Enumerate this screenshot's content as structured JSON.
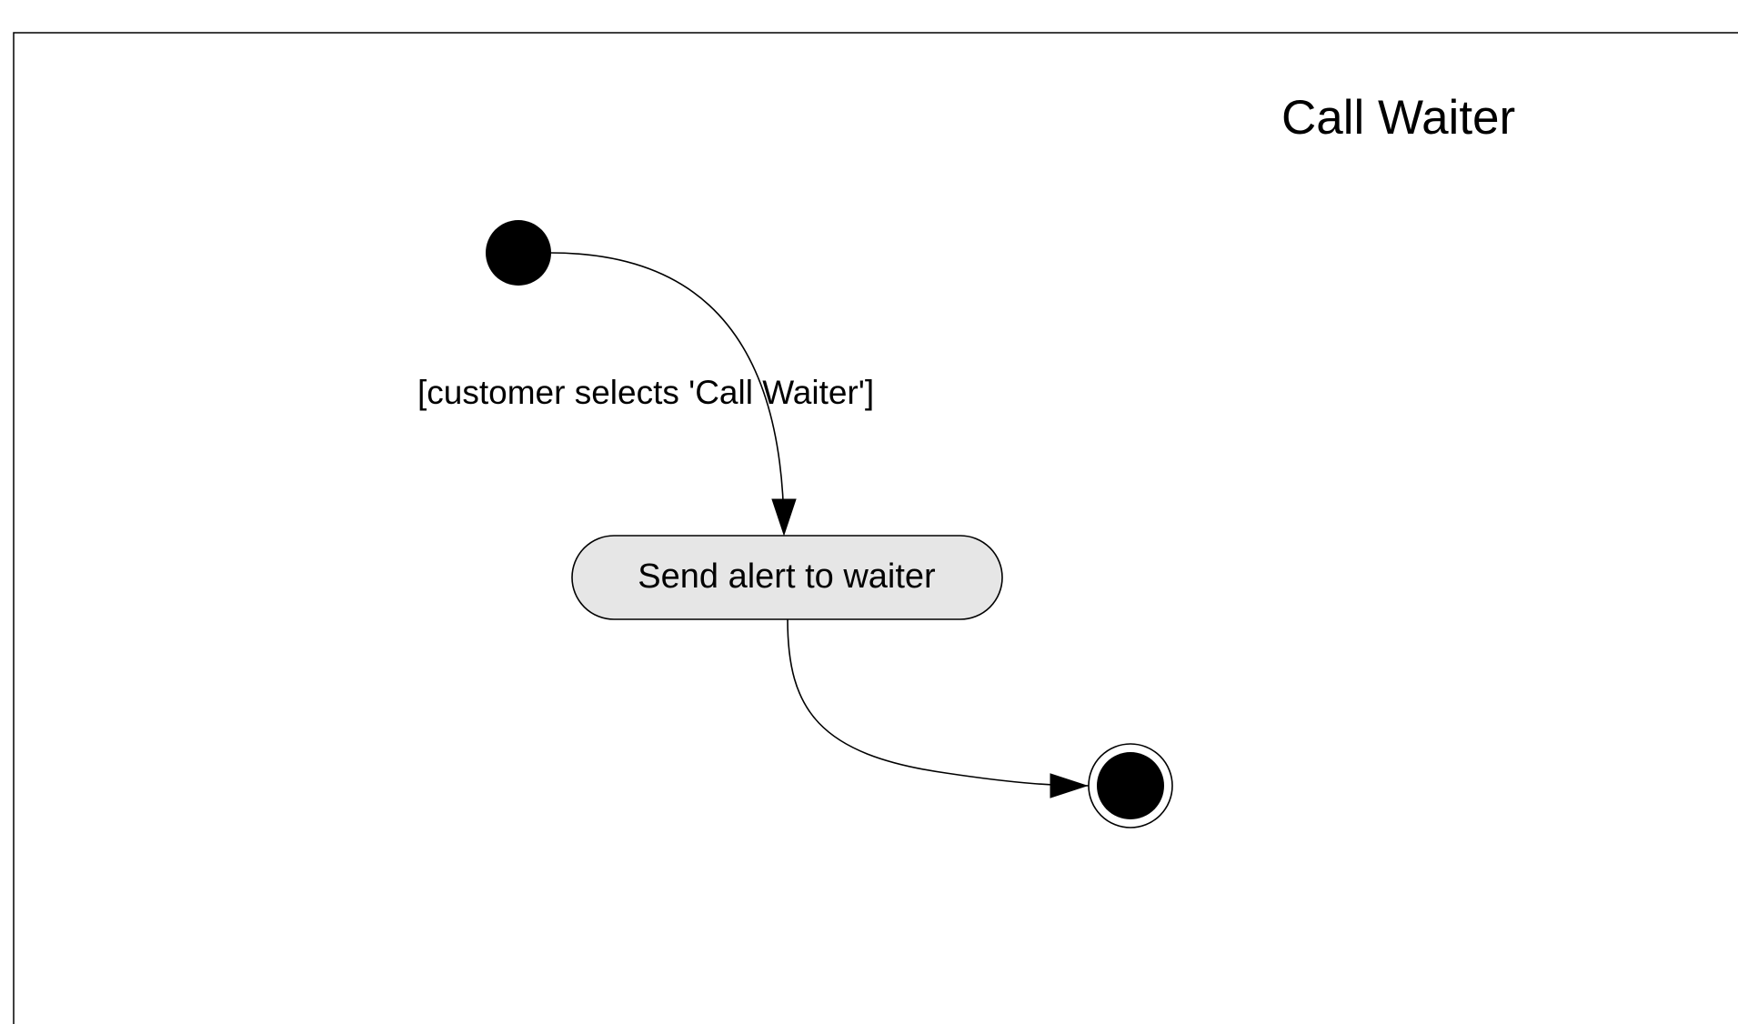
{
  "diagram": {
    "title": "Call Waiter",
    "transitions": [
      {
        "guard": "[customer selects 'Call Waiter']"
      }
    ],
    "activities": [
      {
        "label": "Send alert to waiter"
      }
    ]
  },
  "colors": {
    "activity_fill": "#e6e6e6",
    "stroke": "#000000",
    "background": "#ffffff"
  }
}
